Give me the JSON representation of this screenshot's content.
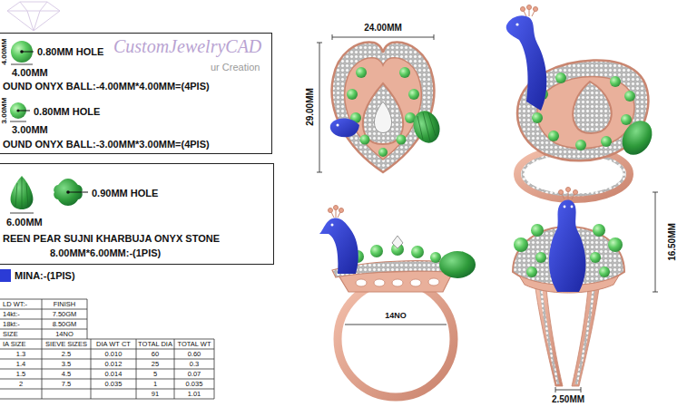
{
  "diagram": {
    "nodes": [
      {
        "text": [
          "0.80MM HOLE",
          "4.00MM",
          "OUND ONYX BALL:-4.00MM*4.00MM=(4PIS)",
          "0.80MM HOLE",
          "3.00MM",
          "OUND ONYX BALL:-3.00MM*3.00MM=(4PIS)"
        ]
      },
      {
        "text": [
          "6.00MM",
          "0.90MM HOLE",
          "REEN PEAR SUJNI KHARBUJA ONYX STONE",
          "8.00MM*6.00MM:-(1PIS)"
        ]
      }
    ],
    "labels": [
      "CustomJewelryCAD",
      "ur Creation",
      "4.00MM",
      "3.00MM",
      "24.00MM",
      "29.00MM",
      "14NO",
      "16.50MM",
      "2.50MM",
      "LD WT:-",
      "FINISH",
      "14kt:-",
      "7.50GM",
      "18kt:-",
      "8.50GM",
      "SIZE",
      "14NO",
      "IA SIZE",
      "SIEVE SIZES",
      "DIA WT CT",
      "TOTAL DIA",
      "TOTAL WT",
      "1.3",
      "2.5",
      "0.010",
      "60",
      "0.60",
      "1.4",
      "3.5",
      "0.012",
      "25",
      "0.3",
      "1.5",
      "4.5",
      "0.014",
      "5",
      "0.07",
      "2",
      "7.5",
      "0.035",
      "1",
      "0.035",
      "91",
      "1.01"
    ],
    "legend": [
      {
        "text": "MINA:-(1PIS)",
        "color": "#2b3bd6"
      }
    ]
  }
}
